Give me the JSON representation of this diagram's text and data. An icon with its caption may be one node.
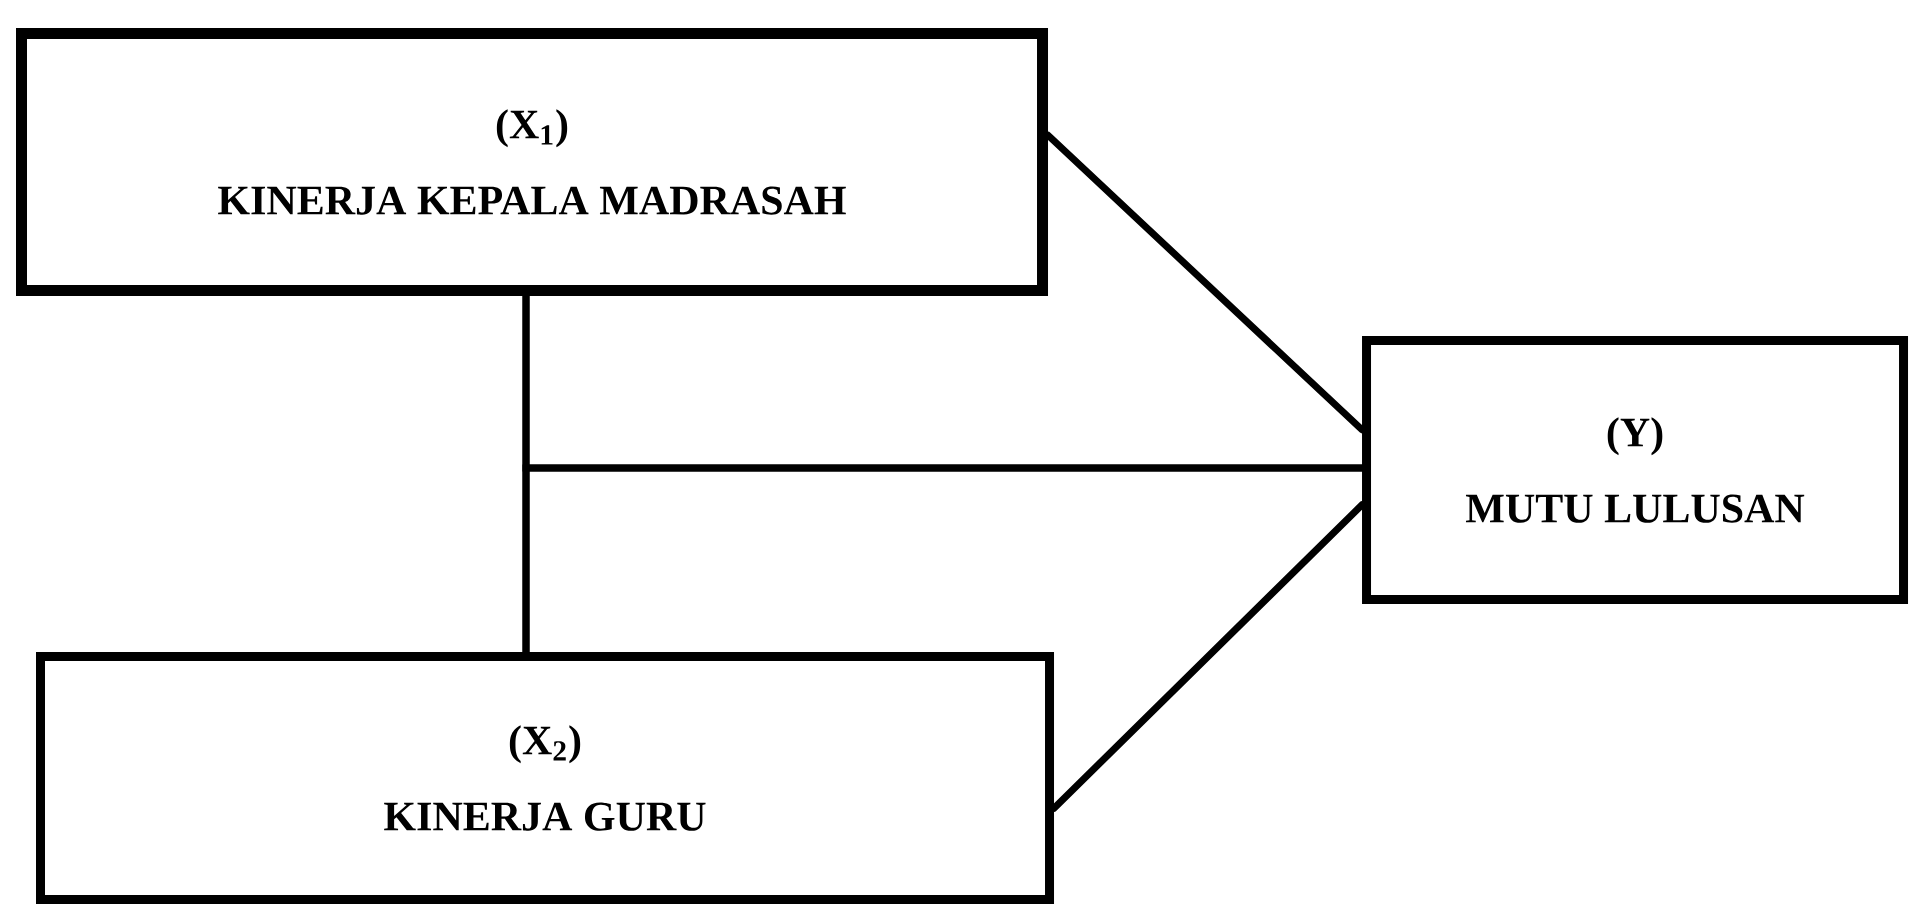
{
  "diagram": {
    "nodes": [
      {
        "text": [
          "(X$_{1}$)",
          "KINERJA KEPALA MADRASAH"
        ]
      },
      {
        "text": [
          "(X$_{2}$)",
          "KINERJA GURU"
        ]
      },
      {
        "text": [
          "(Y)",
          "MUTU LULUSAN"
        ]
      }
    ],
    "edges": [
      {
        "from": 0,
        "to": 2,
        "arrow": "none"
      },
      {
        "from": 1,
        "to": 2,
        "arrow": "none"
      },
      {
        "from": 0,
        "to": 1,
        "arrow": "none"
      },
      {
        "from": 0,
        "to": 2,
        "arrow": "none"
      },
      {
        "from": 1,
        "to": 2,
        "arrow": "none"
      }
    ]
  }
}
